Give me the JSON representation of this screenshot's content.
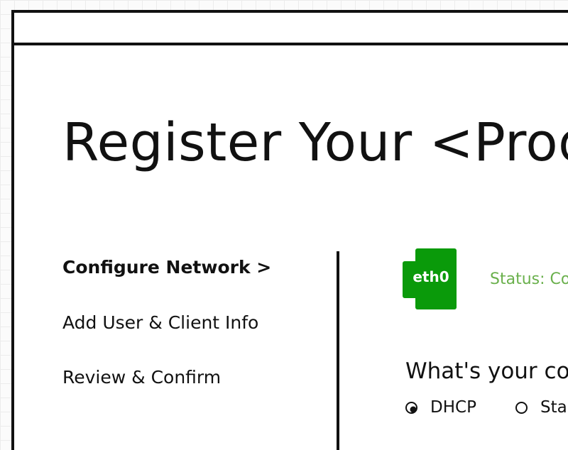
{
  "page": {
    "title": "Register Your <Prod"
  },
  "steps": [
    {
      "label": "Configure Network >",
      "active": true
    },
    {
      "label": "Add User & Client Info",
      "active": false
    },
    {
      "label": "Review & Confirm",
      "active": false
    }
  ],
  "network": {
    "interface_label": "eth0",
    "status_text": "Status: Co",
    "question": "What's your co",
    "options": [
      {
        "label": "DHCP",
        "selected": true
      },
      {
        "label": "Sta",
        "selected": false
      }
    ]
  },
  "colors": {
    "interface_badge": "#0a9a0a",
    "status_text": "#6ab04c",
    "outline": "#111111"
  }
}
